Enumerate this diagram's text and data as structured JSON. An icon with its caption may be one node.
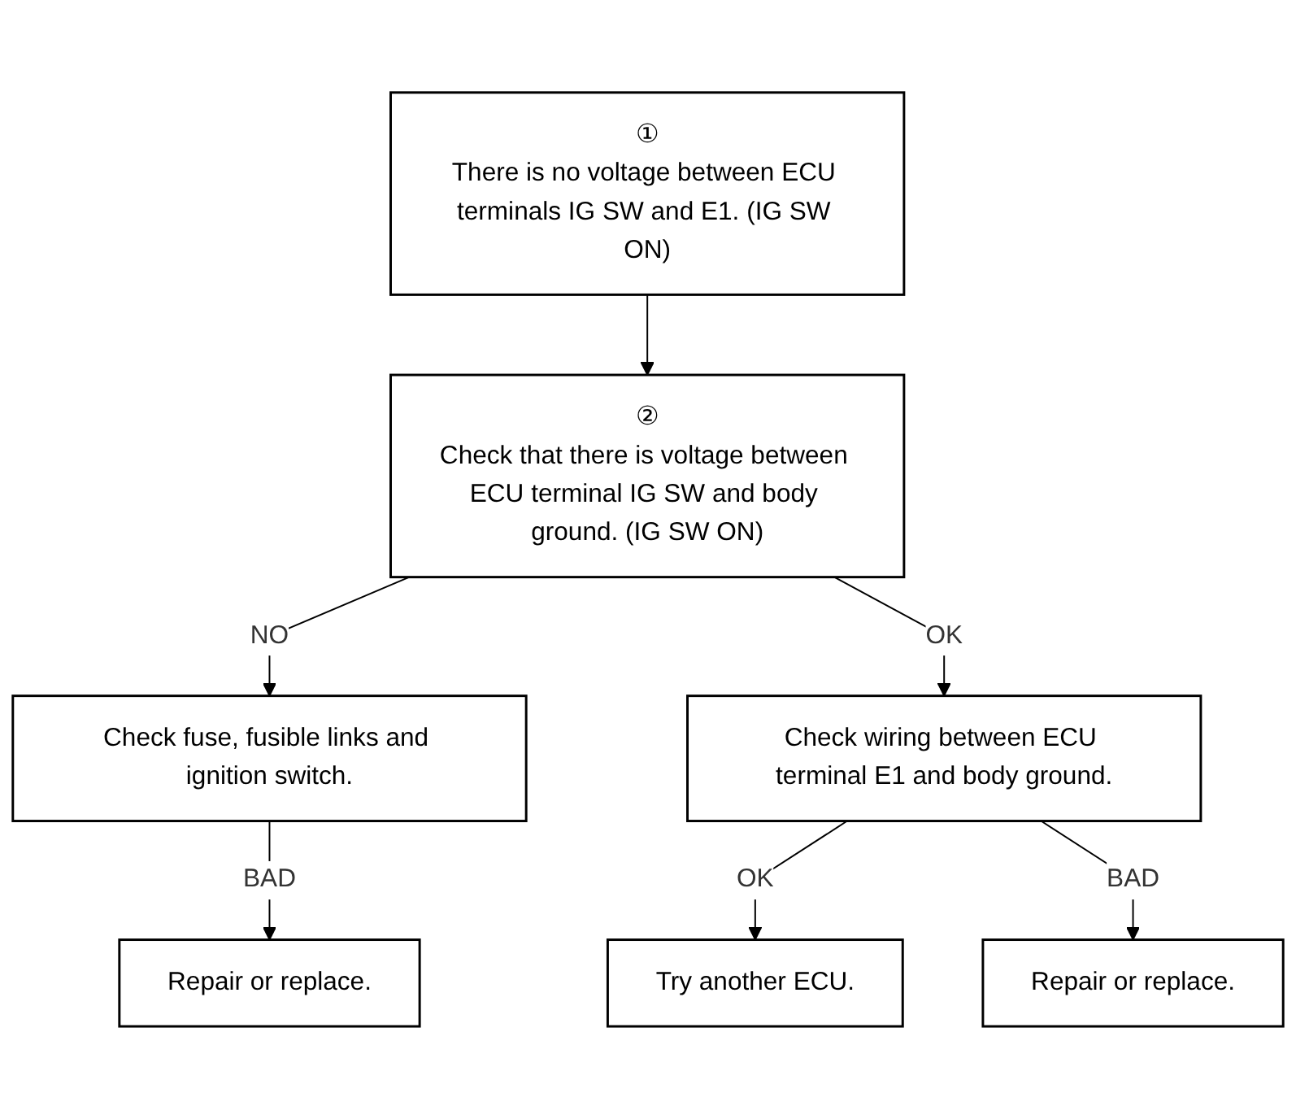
{
  "diagram": {
    "nodes": [
      {
        "text": [
          "①",
          "There is no voltage between ECU terminals IG SW and E1. (IG SW ON)"
        ]
      },
      {
        "text": [
          "②",
          "Check that there is voltage between ECU terminal IG SW and body ground. (IG SW ON)"
        ]
      },
      {
        "text": [
          "Check wiring between ECU terminal E1 and body ground."
        ]
      },
      {
        "text": [
          "Try another ECU."
        ]
      },
      {
        "text": [
          "Repair or replace."
        ]
      },
      {
        "text": [
          "Check fuse, fusible links and ignition switch."
        ]
      },
      {
        "text": [
          "Repair or replace."
        ]
      }
    ],
    "edges": [
      {
        "from": 0,
        "to": 1,
        "arrow": "to"
      },
      {
        "from": 1,
        "to": 5,
        "label": "NO",
        "arrow": "to"
      },
      {
        "from": 1,
        "to": 2,
        "label": "OK",
        "arrow": "to"
      },
      {
        "from": 2,
        "to": 3,
        "label": "OK",
        "arrow": "to"
      },
      {
        "from": 2,
        "to": 4,
        "label": "BAD",
        "arrow": "to"
      },
      {
        "from": 5,
        "to": 6,
        "label": "BAD",
        "arrow": "to"
      }
    ]
  }
}
